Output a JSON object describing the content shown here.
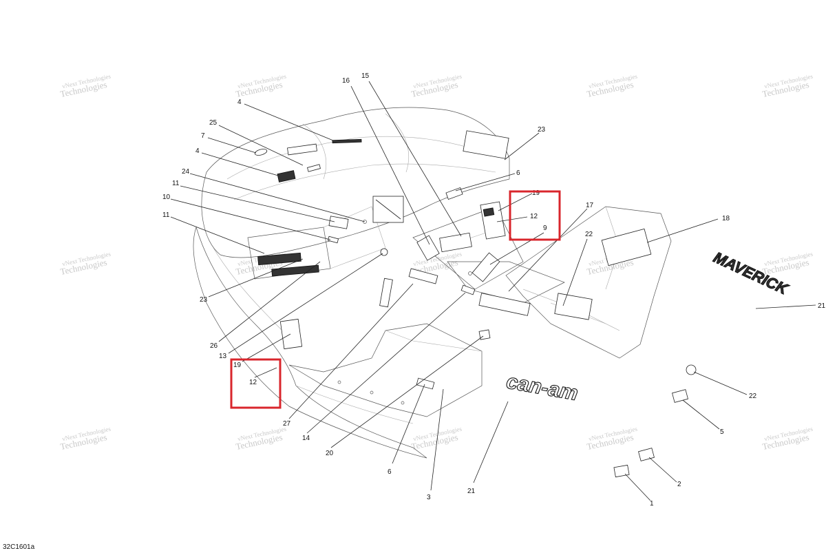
{
  "watermark": {
    "line1": "vNext Technologies",
    "line2": "Technologies"
  },
  "reference_code": "32C1601a",
  "logo_text": "can-am",
  "logo_text_dark": "MAVERICK",
  "callouts": [
    "16",
    "15",
    "4",
    "25",
    "7",
    "4",
    "24",
    "11",
    "10",
    "11",
    "23",
    "26",
    "13",
    "19",
    "12",
    "27",
    "14",
    "20",
    "6",
    "3",
    "21",
    "23",
    "6",
    "19",
    "12",
    "9",
    "17",
    "22",
    "18",
    "21",
    "22",
    "5",
    "2",
    "1"
  ],
  "highlight_color": "#d9262c"
}
